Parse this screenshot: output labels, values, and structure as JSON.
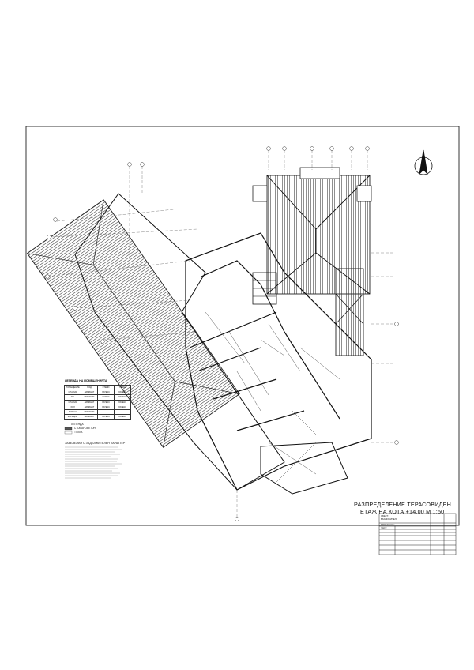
{
  "drawing": {
    "title_line1": "РАЗПРЕДЕЛЕНИЕ ТЕРАСОВИДЕН",
    "title_line2": "ЕТАЖ НА КОТА +14.00 М 1:50",
    "north_arrow": "north-arrow-icon"
  },
  "legend_rooms": {
    "title": "ЛЕГЕНДА НА ПОМЕЩЕНИЯТА",
    "headers": [
      "ПОМЕЩЕНИЕ",
      "ПОД",
      "СТЕНИ",
      "ТАВАН"
    ],
    "rows": [
      [
        "СПАЛНЯ",
        "ЛАМИНАТ",
        "ЛАТЕКС",
        "ЛАТЕКС"
      ],
      [
        "WC",
        "ТЕРАКОТА",
        "ФАЯНС",
        "ЛАТЕКС"
      ],
      [
        "СПАЛНЯ",
        "ЛАМИНАТ",
        "ЛАТЕКС",
        "ЛАТЕКС"
      ],
      [
        "ХОЛ",
        "ЛАМИНАТ",
        "ЛАТЕКС",
        "ЛАТЕКС"
      ],
      [
        "ТЕРАСА",
        "ТЕРАКОТА",
        "",
        ""
      ],
      [
        "КОРИДОР",
        "ЛАМИНАТ",
        "ЛАТЕКС",
        "ЛАТЕКС"
      ]
    ]
  },
  "legend_materials": {
    "title": "ЛЕГЕНДА",
    "items": [
      "СТОМАНОБЕТОН",
      "ТУХЛА"
    ]
  },
  "notes": {
    "title": "ЗАБЕЛЕЖКИ С ЗАДЪЛЖИТЕЛЕН ХАРАКТЕР"
  },
  "title_block": {
    "rows": [
      "ОБЕКТ:",
      "ВЪЗЛОЖИТЕЛ:",
      "ПРОЕКТАНТ:",
      "ЧАСТ:"
    ]
  }
}
